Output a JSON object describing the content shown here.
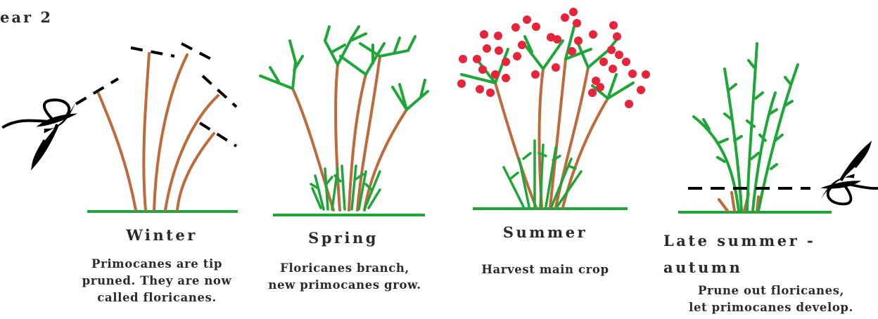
{
  "header": {
    "year_label": "ear 2"
  },
  "colors": {
    "primocane": "#bd6b3b",
    "foliage_green": "#1ea638",
    "berry": "#e8243a",
    "pruning_cut": "#000000",
    "text": "#2b2b2b"
  },
  "panels": [
    {
      "season": "Winter",
      "desc_lines": [
        "Primocanes are tip",
        "pruned. They are now",
        "called floricanes."
      ],
      "icons": [
        "pruning-shears-icon",
        "dashed-cut-lines"
      ]
    },
    {
      "season": "Spring",
      "desc_lines": [
        "Floricanes branch,",
        "new primocanes grow."
      ]
    },
    {
      "season": "Summer",
      "desc_lines": [
        "Harvest main crop"
      ]
    },
    {
      "season_lines": [
        "Late summer -",
        "autumn"
      ],
      "desc_lines": [
        "Prune out floricanes,",
        "let primocanes develop."
      ],
      "icons": [
        "pruning-shears-icon",
        "dashed-cut-line"
      ]
    }
  ]
}
